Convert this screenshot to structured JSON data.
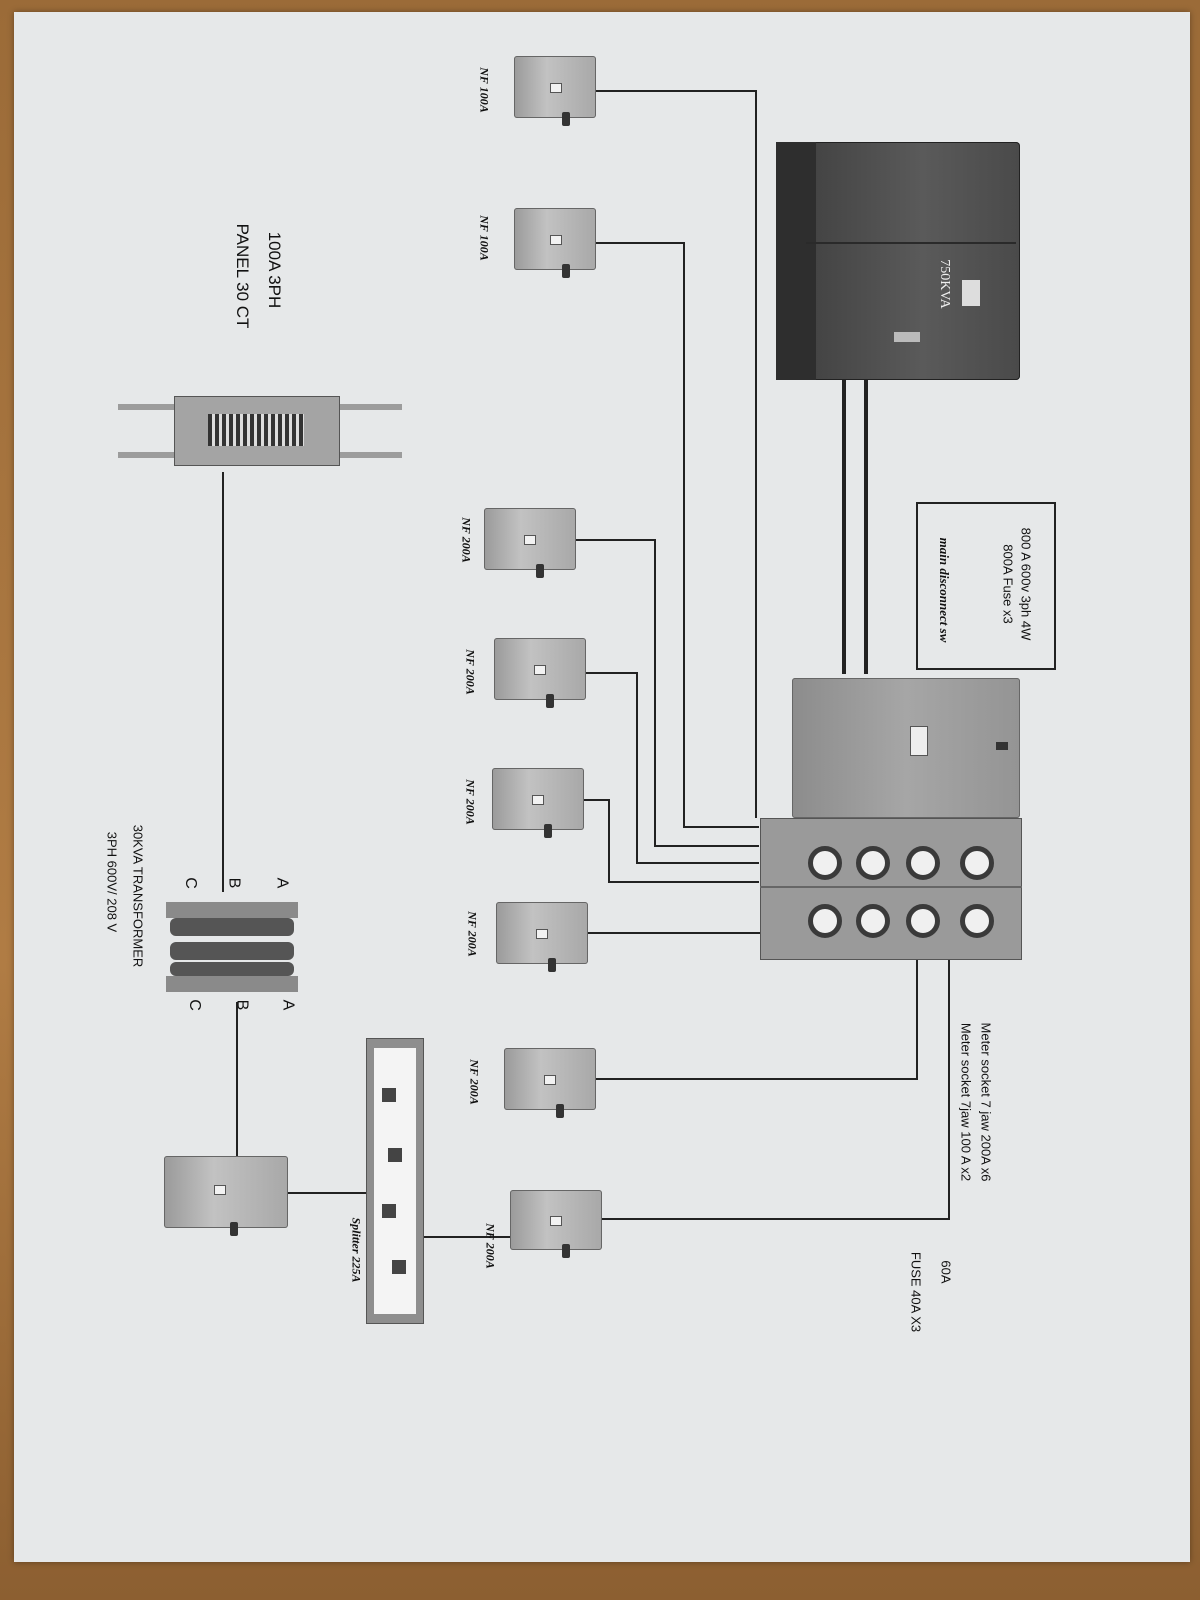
{
  "labels": {
    "nf_top_1": "NF 100A",
    "nf_top_2": "NF 100A",
    "nf_1": "NF 200A",
    "nf_2": "NF 200A",
    "nf_3": "NF 200A",
    "nf_4": "NF 200A",
    "nf_5": "NF 200A",
    "nf_6": "NF 200A",
    "panel_line1": "100A  3PH",
    "panel_line2": "PANEL 30 CT",
    "main_box_line1": "800 A 600v  3ph 4W",
    "main_box_line2": "800A Fuse x3",
    "main_box_line3": "main disconnect sw",
    "transformer_tag": "750KVA",
    "meter_line1": "Meter socket 7 jaw 200A x6",
    "meter_line2": "Meter socket  7jaw 100 A x2",
    "fuse_line1": "60A",
    "fuse_line2": "FUSE 40A X3",
    "splitter": "Splitter  225A",
    "xfmr_line1": "30KVA TRANSFORMER",
    "xfmr_line2": "3PH 600V/ 208 V",
    "phase_a": "A",
    "phase_b": "B",
    "phase_c": "C"
  }
}
